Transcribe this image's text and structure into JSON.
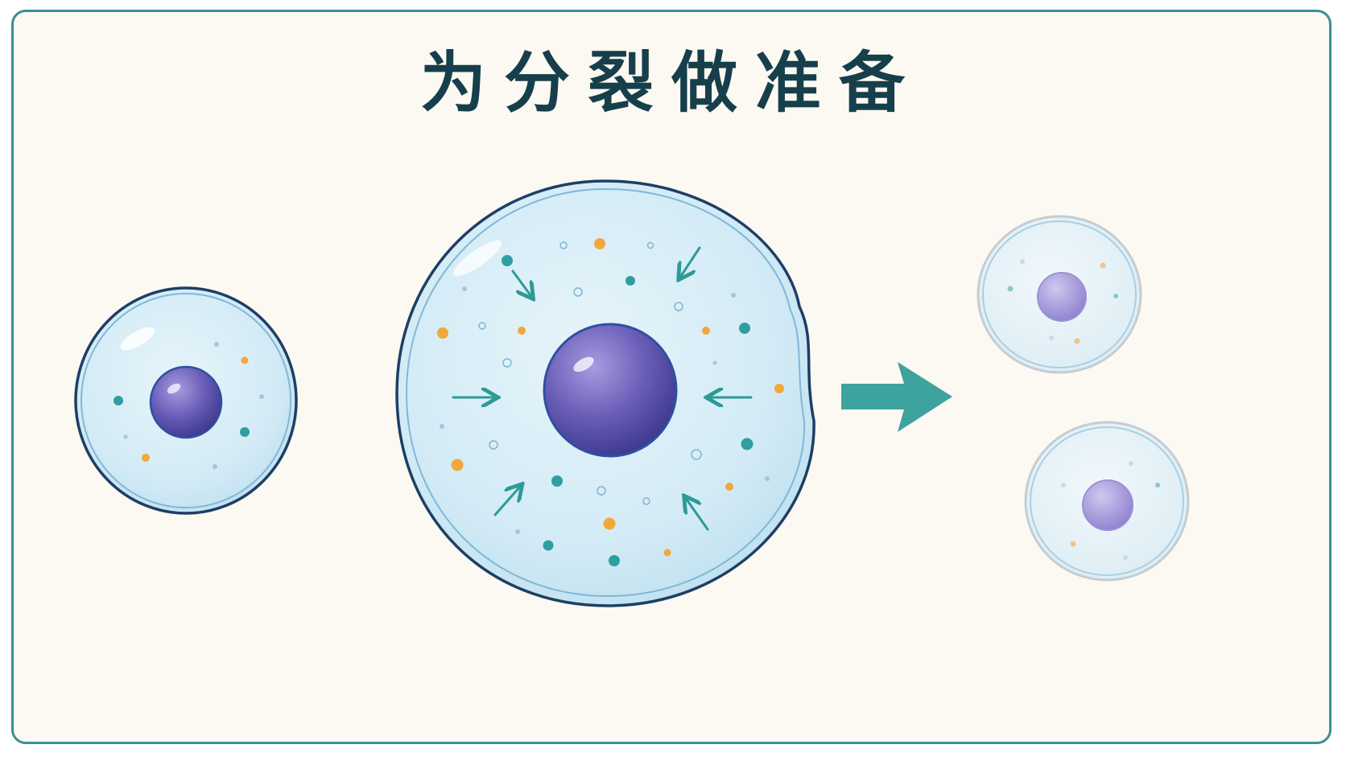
{
  "title": "为分裂做准备",
  "colors": {
    "frame": "#3a8f98",
    "background": "#fcf9f2",
    "title": "#163f4b",
    "cytoplasm": "#d3ebf6",
    "membrane": "#1d3f66",
    "nucleus": "#6a5db8",
    "teal_granule": "#2f9ea3",
    "orange_granule": "#f0a93a",
    "arrow": "#2e9a97"
  },
  "cells": [
    {
      "name": "small-cell",
      "label": ""
    },
    {
      "name": "large-cell",
      "label": ""
    },
    {
      "name": "daughter-cell-top",
      "label": ""
    },
    {
      "name": "daughter-cell-bottom",
      "label": ""
    }
  ],
  "icons": {
    "growth_arrows": "inward-arrow-icon",
    "division_arrow": "right-arrow-icon"
  }
}
